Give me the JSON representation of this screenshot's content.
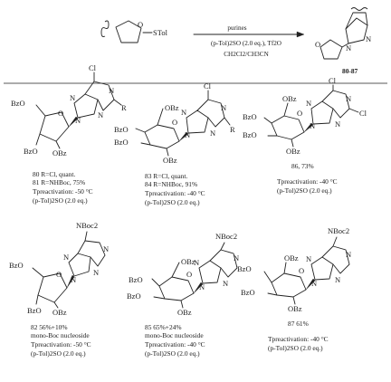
{
  "reaction": {
    "start_group": "STol",
    "arrow_top": "purines",
    "arrow_mid": "(p-Tol)2SO (2.0 eq.), Tf2O",
    "arrow_bottom": "CH2Cl2/CH3CN",
    "product_atom": "N",
    "product_range": "80-87"
  },
  "atoms": {
    "cl": "Cl",
    "n": "N",
    "r": "R",
    "bzo": "BzO",
    "obz": "OBz",
    "o": "O",
    "nboc2": "NBoc2"
  },
  "compounds": [
    {
      "id": "80-81",
      "lines": [
        "80 R=Cl, quant.",
        "81 R=NHBoc, 75%",
        "Tpreactivation: -50 °C",
        "(p-Tol)2SO (2.0 eq.)"
      ]
    },
    {
      "id": "83-84",
      "lines": [
        "83 R=Cl, quant.",
        "84 R=NHBoc, 91%",
        "Tpreactivation: -40 °C",
        "(p-Tol)2SO (2.0 eq.)"
      ]
    },
    {
      "id": "86",
      "lines": [
        "86, 73%",
        "Tpreactivation: -40 °C",
        "(p-Tol)2SO (2.0 eq.)"
      ]
    },
    {
      "id": "82",
      "lines": [
        "82 56%+10%",
        "mono-Boc nucleoside",
        "Tpreactivation: -50 °C",
        "(p-Tol)2SO (2.0 eq.)"
      ]
    },
    {
      "id": "85",
      "lines": [
        "85 65%+24%",
        "mono-Boc nucleoside",
        "Tpreactivation: -40 °C",
        "(p-Tol)2SO (2.0 eq.)"
      ]
    },
    {
      "id": "87",
      "lines": [
        "87 61%",
        "Tpreactivation: -40 °C",
        "(p-Tol)2SO (2.0 eq.)"
      ]
    }
  ]
}
